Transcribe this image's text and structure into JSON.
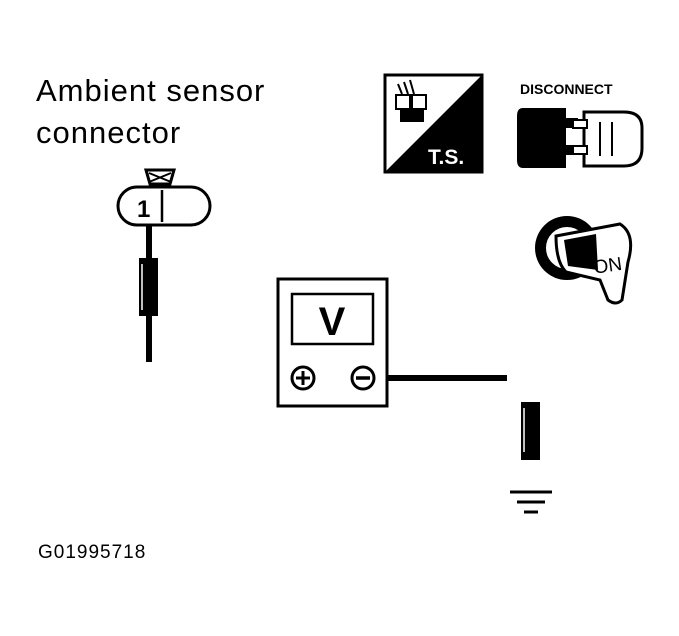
{
  "connector": {
    "label_line1": "Ambient sensor",
    "label_line2": "connector",
    "pin_number": "1"
  },
  "voltmeter": {
    "display": "V",
    "positive_symbol": "+",
    "negative_symbol": "−"
  },
  "icons": {
    "test_icon_text": "T.S.",
    "disconnect_label": "DISCONNECT",
    "key_label": "ON"
  },
  "figure_id": "G01995718",
  "colors": {
    "ink": "#000000",
    "paper": "#ffffff"
  }
}
